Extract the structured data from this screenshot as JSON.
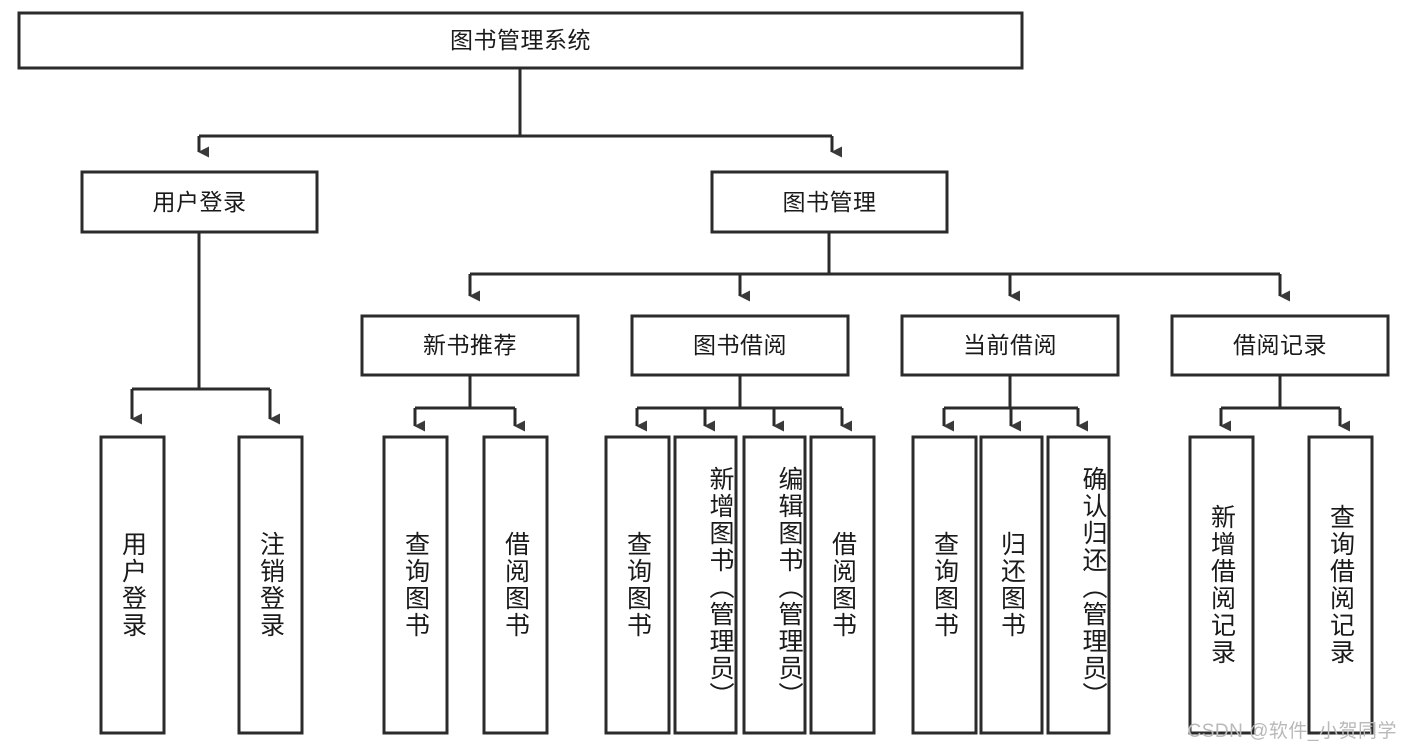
{
  "diagram": {
    "title": "图书管理系统",
    "watermark": "CSDN @软件_小贺同学",
    "colors": {
      "box_fill": "#ffffff",
      "box_stroke": "#2b2b2b",
      "text": "#1a1a1a",
      "watermark": "#b9b9b9",
      "background": "#ffffff"
    },
    "root": {
      "label": "图书管理系统"
    },
    "level2": [
      {
        "label": "用户登录"
      },
      {
        "label": "图书管理"
      }
    ],
    "level3": [
      {
        "label": "新书推荐"
      },
      {
        "label": "图书借阅"
      },
      {
        "label": "当前借阅"
      },
      {
        "label": "借阅记录"
      }
    ],
    "leaves": {
      "user_login": [
        {
          "label": "用户登录"
        },
        {
          "label": "注销登录"
        }
      ],
      "new_book": [
        {
          "label": "查询图书"
        },
        {
          "label": "借阅图书"
        }
      ],
      "book_borrow": [
        {
          "label": "查询图书"
        },
        {
          "label": "新增图书（管理员）"
        },
        {
          "label": "编辑图书（管理员）"
        },
        {
          "label": "借阅图书"
        }
      ],
      "current_borrow": [
        {
          "label": "查询图书"
        },
        {
          "label": "归还图书"
        },
        {
          "label": "确认归还（管理员）"
        }
      ],
      "borrow_record": [
        {
          "label": "新增借阅记录"
        },
        {
          "label": "查询借阅记录"
        }
      ]
    }
  }
}
